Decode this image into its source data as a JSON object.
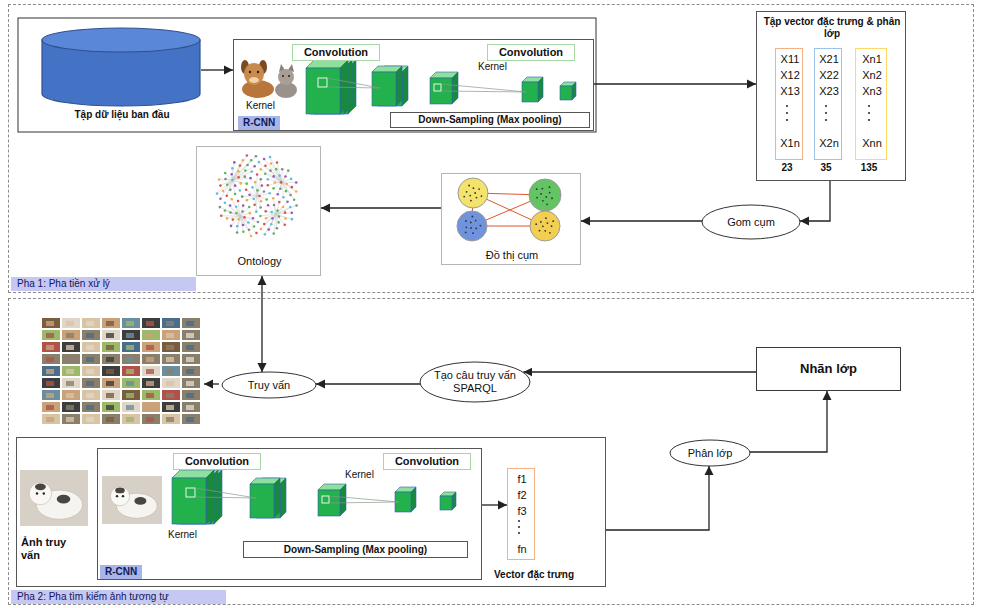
{
  "diagram": {
    "nodes": [
      {
        "text": [
          "Pha 1: Pha tiền xử lý"
        ]
      },
      {
        "text": [
          "Tập dữ liệu ban đầu"
        ],
        "in": 0
      },
      {
        "text": [
          "R-CNN"
        ],
        "in": 0
      },
      {
        "text": [
          "Convolution"
        ],
        "in": 2
      },
      {
        "text": [
          "Convolution"
        ],
        "in": 2
      },
      {
        "text": [
          "Down-Sampling (Max pooling)"
        ],
        "in": 2
      },
      {
        "text": [
          "Tập vector đặc trưng & phân lớp"
        ],
        "in": 0
      },
      {
        "text": [
          "X11",
          "X12",
          "X13",
          "X1n"
        ],
        "in": 6
      },
      {
        "text": [
          "X21",
          "X22",
          "X23",
          "X2n"
        ],
        "in": 6
      },
      {
        "text": [
          "Xn1",
          "Xn2",
          "Xn3",
          "Xnn"
        ],
        "in": 6
      },
      {
        "text": [
          "Gom cụm"
        ],
        "in": 0
      },
      {
        "text": [
          "Đồ thị cụm"
        ],
        "in": 0
      },
      {
        "text": [
          "Ontology"
        ],
        "in": 0
      },
      {
        "text": [
          "Pha 2: Pha tìm kiếm ảnh tương tự"
        ]
      },
      {
        "text": [
          "Truy vấn"
        ],
        "in": 13
      },
      {
        "text": [
          "Tạo câu truy vấn SPARQL"
        ],
        "in": 13
      },
      {
        "text": [
          "Nhãn lớp"
        ],
        "in": 13
      },
      {
        "text": [
          "Ảnh truy vấn",
          "Vector đặc trưng"
        ],
        "in": 13
      },
      {
        "text": [
          "R-CNN"
        ],
        "in": 17
      },
      {
        "text": [
          "Convolution"
        ],
        "in": 18
      },
      {
        "text": [
          "Convolution"
        ],
        "in": 18
      },
      {
        "text": [
          "Down-Sampling (Max pooling)"
        ],
        "in": 18
      },
      {
        "text": [
          "f1",
          "f2",
          "f3",
          "fn"
        ],
        "in": 17
      },
      {
        "text": [
          "Phân lớp"
        ],
        "in": 13
      }
    ],
    "edges": [
      {
        "from": 1,
        "to": 2,
        "arrow": "to"
      },
      {
        "from": 2,
        "to": 6,
        "arrow": "to"
      },
      {
        "from": 6,
        "to": 10,
        "arrow": "to"
      },
      {
        "from": 10,
        "to": 11,
        "arrow": "to"
      },
      {
        "from": 11,
        "to": 12,
        "arrow": "to"
      },
      {
        "from": 12,
        "to": 14,
        "arrow": "both"
      },
      {
        "from": 15,
        "to": 14,
        "arrow": "to"
      },
      {
        "from": 16,
        "to": 15,
        "arrow": "to"
      },
      {
        "from": 18,
        "to": 22,
        "arrow": "to"
      },
      {
        "from": 17,
        "to": 23,
        "arrow": "to"
      },
      {
        "from": 23,
        "to": 16,
        "arrow": "to"
      }
    ],
    "labels": [
      "Kernel",
      "Kernel",
      "23",
      "35",
      "135",
      "Kernel",
      "Kernel"
    ]
  }
}
